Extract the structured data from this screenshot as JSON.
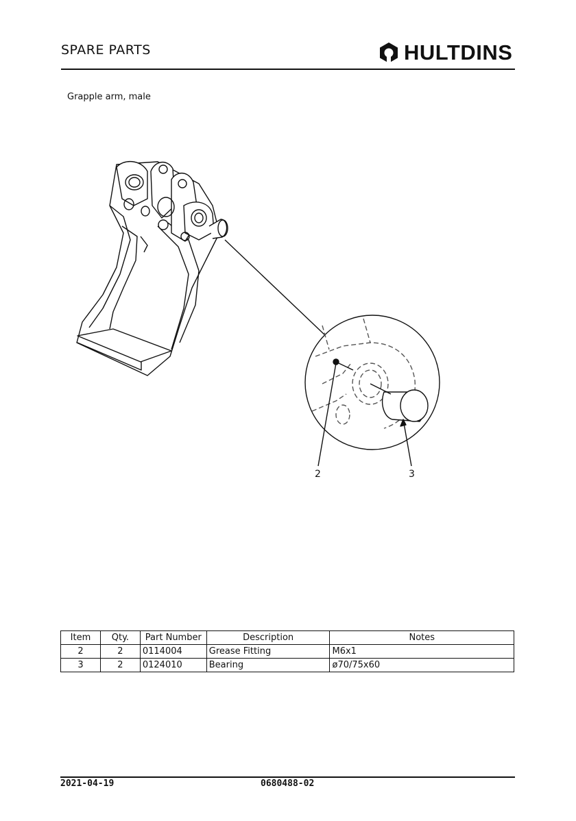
{
  "header": {
    "title": "SPARE PARTS",
    "brand": "HULTDINS"
  },
  "subtitle": "Grapple arm, male",
  "callouts": [
    "2",
    "3"
  ],
  "table": {
    "headers": [
      "Item",
      "Qty.",
      "Part Number",
      "Description",
      "Notes"
    ],
    "rows": [
      [
        "2",
        "2",
        "0114004",
        "Grease Fitting",
        "M6x1"
      ],
      [
        "3",
        "2",
        "0124010",
        "Bearing",
        "ø70/75x60"
      ]
    ]
  },
  "footer": {
    "date": "2021-04-19",
    "doc_number": "0680488-02"
  }
}
